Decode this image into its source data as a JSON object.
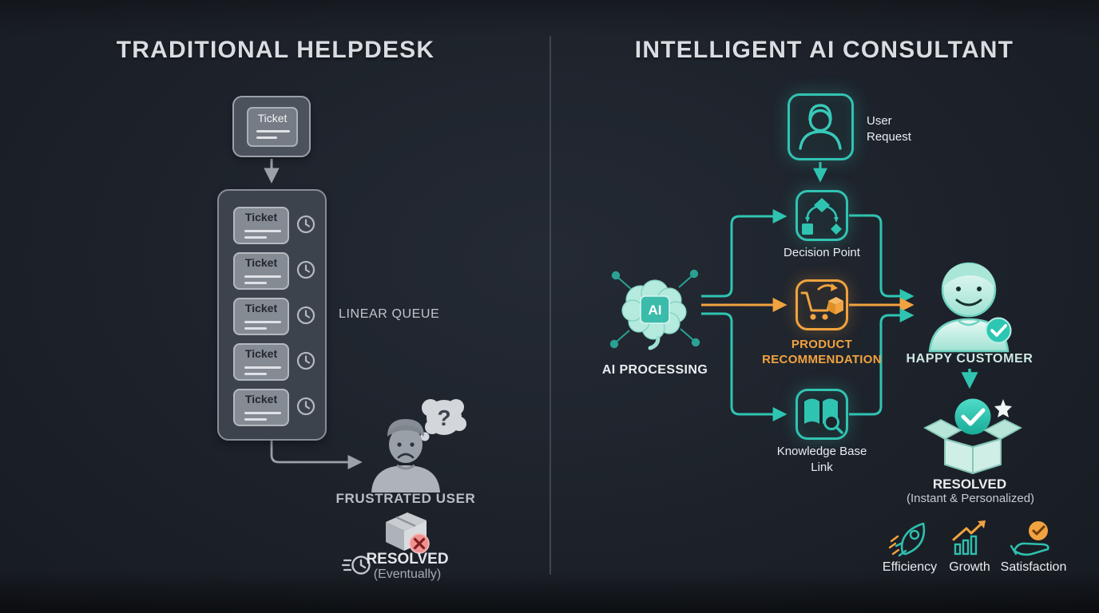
{
  "colors": {
    "background": "#1d222a",
    "teal": "#2fc4b2",
    "orange": "#f1a33f",
    "gray": "#9aa1a9",
    "mint": "#cdeee4",
    "error_red": "#ef9191"
  },
  "left": {
    "title": "TRADITIONAL HELPDESK",
    "incoming_ticket": {
      "label": "Ticket"
    },
    "queue": {
      "label": "LINEAR QUEUE",
      "tickets": [
        {
          "label": "Ticket"
        },
        {
          "label": "Ticket"
        },
        {
          "label": "Ticket"
        },
        {
          "label": "Ticket"
        },
        {
          "label": "Ticket"
        }
      ]
    },
    "frustrated_user": {
      "label": "FRUSTRATED USER",
      "thought": "?"
    },
    "resolved": {
      "title": "RESOLVED",
      "subtitle": "(Eventually)"
    }
  },
  "right": {
    "title": "INTELLIGENT AI CONSULTANT",
    "user_request": {
      "label": "User Request"
    },
    "decision_point": {
      "label": "Decision Point"
    },
    "ai_processing": {
      "label": "AI PROCESSING",
      "chip": "AI"
    },
    "product_recommendation": {
      "label": "PRODUCT RECOMMENDATION"
    },
    "knowledge_base": {
      "label": "Knowledge Base Link"
    },
    "happy_customer": {
      "label": "HAPPY CUSTOMER"
    },
    "resolved": {
      "title": "RESOLVED",
      "subtitle": "(Instant & Personalized)"
    },
    "benefits": [
      {
        "label": "Efficiency",
        "icon": "rocket-icon"
      },
      {
        "label": "Growth",
        "icon": "growth-chart-icon"
      },
      {
        "label": "Satisfaction",
        "icon": "hand-check-icon"
      }
    ]
  }
}
